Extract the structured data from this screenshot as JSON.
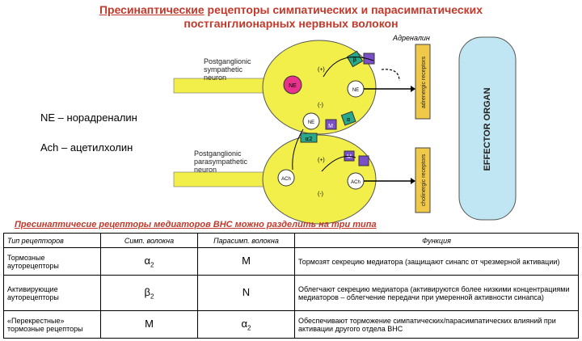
{
  "title": {
    "line1_underlined": "Пресинаптические",
    "line1_rest": " рецепторы симпатических и парасимпатических",
    "line2": "постганглионарных нервных волокон"
  },
  "diagram": {
    "adrenaline_label": "Адреналин",
    "sympathetic_label": [
      "Postganglionic",
      "sympathetic",
      "neuron"
    ],
    "parasympathetic_label": [
      "Postganglionic",
      "parasympathetic",
      "neuron"
    ],
    "ne_center": "NE",
    "ne_right": "NE",
    "ne_lower": "NE",
    "plus1": "(+)",
    "minus1": "(-)",
    "plus2": "(+)",
    "minus2": "(-)",
    "m_box": "M",
    "alpha2_box": "α2",
    "beta_box": "β",
    "alpha_box": "α",
    "m_box2": "M",
    "ach_left": "ACh",
    "ach_right": "ACh",
    "adrenergic_receptors": "adrenergic receptors",
    "cholinergic_receptors": "cholinergic receptors",
    "effector_organ": "EFFECTOR ORGAN"
  },
  "legend": {
    "ne": "NE – норадреналин",
    "ach": "Ach – ацетилхолин"
  },
  "subtitle": "Пресинаптичесие рецепторы медиаторов ВНС можно разделить на три типа",
  "table": {
    "headers": [
      "Тип рецепторов",
      "Симп. волокна",
      "Парасимп. волокна",
      "Функция"
    ],
    "rows": [
      {
        "type": "Тормозные ауторецепторы",
        "symp": "α",
        "symp_sub": "2",
        "para": "M",
        "para_sub": "",
        "func": "Тормозят секрецию медиатора (защищают синапс от чрезмерной активации)"
      },
      {
        "type": "Активирующие ауторецепторы",
        "symp": "β",
        "symp_sub": "2",
        "para": "N",
        "para_sub": "",
        "func": "Облегчают секрецию медиатора (активируются более низкими концентрациями медиаторов – облегчение передачи при умеренной активности синапса)"
      },
      {
        "type": "«Перекрестные» тормозные рецепторы",
        "symp": "M",
        "symp_sub": "",
        "para": "α",
        "para_sub": "2",
        "func": "Обеспечивают торможение симпатических/парасимпатических влияний при активации другого отдела ВНС"
      }
    ]
  },
  "colors": {
    "title": "#c0392b",
    "neuron": "#f2ef4b",
    "ne_vesicle": "#e8328c",
    "receptor_box": "#7a4fc8",
    "green_box": "#2aa88a",
    "effector": "#bfe6f2"
  }
}
